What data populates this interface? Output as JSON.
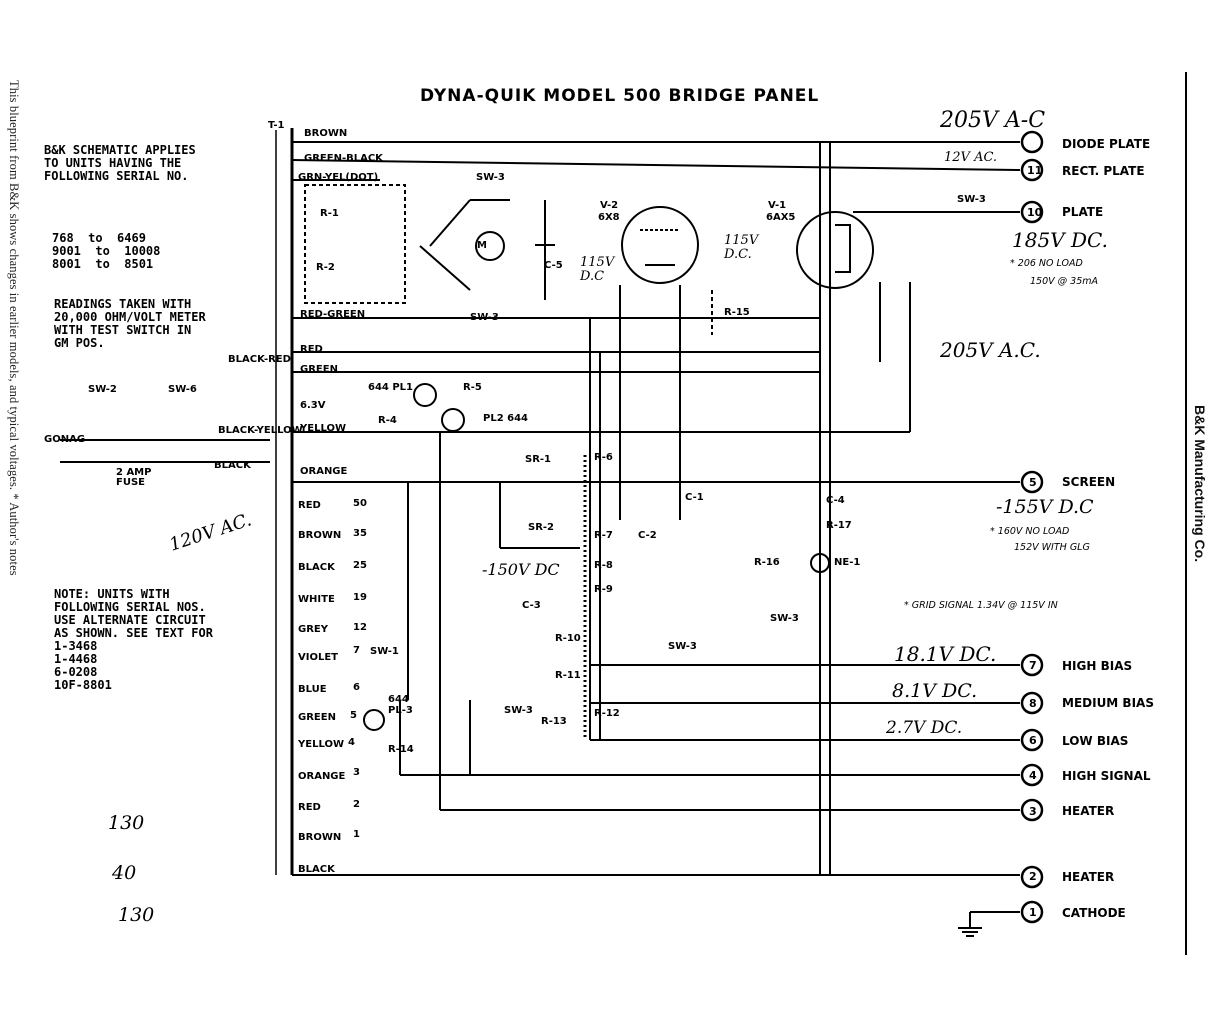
{
  "side_note": "This blueprint from B&K shows changes in earlier models, and typical voltages. * Author's notes",
  "publisher": "B&K Manufacturing Co.",
  "title": "DYNA-QUIK MODEL 500 BRIDGE PANEL",
  "serial_note": {
    "lines": [
      "B&K SCHEMATIC APPLIES",
      "TO UNITS HAVING THE",
      "FOLLOWING SERIAL NO."
    ],
    "ranges": [
      "768  to  6469",
      "9001  to  10008",
      "8001  to  8501"
    ]
  },
  "readings_note": [
    "READINGS TAKEN WITH",
    "20,000 OHM/VOLT METER",
    "WITH TEST SWITCH IN",
    "GM POS."
  ],
  "alt_note": [
    "NOTE: UNITS WITH",
    "FOLLOWING SERIAL NOS.",
    "USE ALTERNATE CIRCUIT",
    "AS SHOWN. SEE TEXT FOR",
    "1-3468",
    "1-4468",
    "6-0208",
    "10F-8801"
  ],
  "terminals": [
    {
      "num": "",
      "label": "DIODE PLATE"
    },
    {
      "num": "11",
      "label": "RECT. PLATE"
    },
    {
      "num": "10",
      "label": "PLATE"
    },
    {
      "num": "5",
      "label": "SCREEN"
    },
    {
      "num": "7",
      "label": "HIGH BIAS"
    },
    {
      "num": "8",
      "label": "MEDIUM BIAS"
    },
    {
      "num": "6",
      "label": "LOW BIAS"
    },
    {
      "num": "4",
      "label": "HIGH SIGNAL"
    },
    {
      "num": "3",
      "label": "HEATER"
    },
    {
      "num": "2",
      "label": "HEATER"
    },
    {
      "num": "1",
      "label": "CATHODE"
    }
  ],
  "wires": [
    {
      "name": "BROWN",
      "tap": ""
    },
    {
      "name": "GREEN-BLACK",
      "tap": ""
    },
    {
      "name": "GRN-YEL(DOT)",
      "tap": ""
    },
    {
      "name": "RED-GREEN",
      "tap": ""
    },
    {
      "name": "RED",
      "tap": ""
    },
    {
      "name": "GREEN",
      "tap": ""
    },
    {
      "name": "YELLOW",
      "tap": ""
    },
    {
      "name": "ORANGE",
      "tap": ""
    },
    {
      "name": "RED",
      "tap": "50"
    },
    {
      "name": "BROWN",
      "tap": "35"
    },
    {
      "name": "BLACK",
      "tap": "25"
    },
    {
      "name": "WHITE",
      "tap": "19"
    },
    {
      "name": "GREY",
      "tap": "12"
    },
    {
      "name": "VIOLET",
      "tap": "7"
    },
    {
      "name": "BLUE",
      "tap": "6"
    },
    {
      "name": "GREEN",
      "tap": "5"
    },
    {
      "name": "YELLOW",
      "tap": "4"
    },
    {
      "name": "ORANGE",
      "tap": "3"
    },
    {
      "name": "RED",
      "tap": "2"
    },
    {
      "name": "BROWN",
      "tap": "1"
    },
    {
      "name": "BLACK",
      "tap": ""
    }
  ],
  "components": {
    "t1": "T-1",
    "sw3": "SW-3",
    "sw1": "SW-1",
    "sw2": "SW-2",
    "sw6": "SW-6",
    "v2": "V-2",
    "v2_type": "6X8",
    "v1": "V-1",
    "v1_type": "6AX5",
    "m": "M",
    "r1": "R-1",
    "r2": "R-2",
    "r4": "R-4",
    "r5": "R-5",
    "r6": "R-6",
    "r7": "R-7",
    "r8": "R-8",
    "r9": "R-9",
    "r10": "R-10",
    "r11": "R-11",
    "r12": "R-12",
    "r13": "R-13",
    "r14": "R-14",
    "r15": "R-15",
    "r16": "R-16",
    "r17": "R-17",
    "c1": "C-1",
    "c2": "C-2",
    "c3": "C-3",
    "c4": "C-4",
    "c5": "C-5",
    "sr1": "SR-1",
    "sr2": "SR-2",
    "ne1": "NE-1",
    "pl1": "644 PL1",
    "pl2": "PL2 644",
    "pl3": "644 PL-3",
    "gonag": "GONAG",
    "fuse": "2 AMP FUSE",
    "black_red": "BLACK-RED",
    "black_yellow": "BLACK-YELLOW",
    "black": "BLACK",
    "sixthree": "6.3V"
  },
  "annotations": {
    "v205_top": "205V A-C",
    "v12": "12V AC.",
    "v185": "185V DC.",
    "note206": "* 206 NO LOAD",
    "note150": "150V @ 35mA",
    "v205_mid": "205V A.C.",
    "v115_a": "115V D.C.",
    "v115_b": "115V D.C",
    "v120": "120V AC.",
    "v150": "-150V DC",
    "v155": "-155V D.C",
    "note160": "* 160V NO LOAD",
    "note152": "152V WITH GLG",
    "grid": "* GRID SIGNAL 1.34V @ 115V IN",
    "v181": "18.1V DC.",
    "v81": "8.1V DC.",
    "v27": "2.7V DC.",
    "r130a": "130",
    "r40": "40",
    "r130b": "130"
  }
}
